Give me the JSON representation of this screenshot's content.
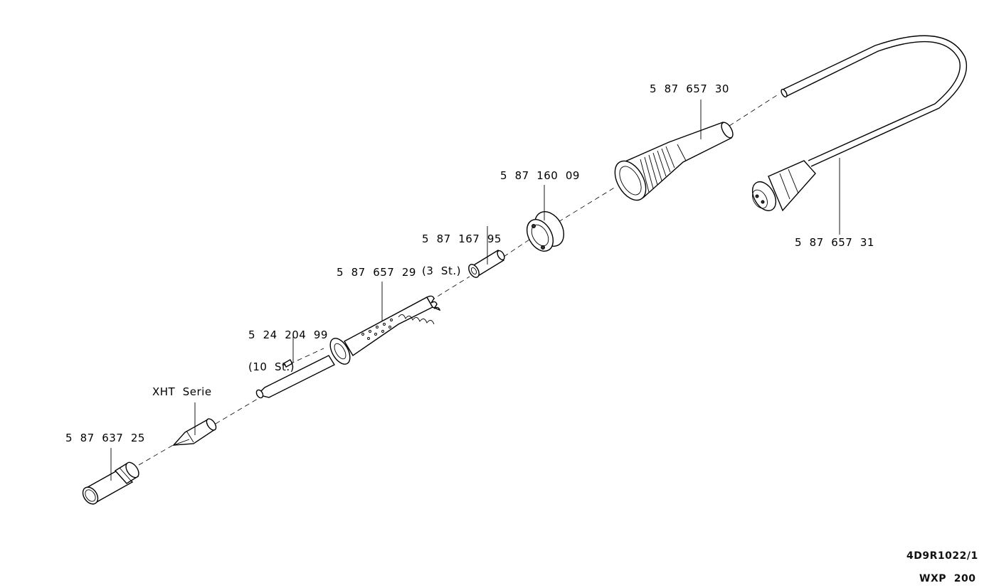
{
  "diagram": {
    "parts": [
      {
        "id": "cable-sleeve",
        "number": "5  87  657  30"
      },
      {
        "id": "cable-plug",
        "number": "5  87  657  31"
      },
      {
        "id": "nut-ring",
        "number": "5  87  160  09"
      },
      {
        "id": "sleeve",
        "number": "5  87  167  95",
        "qty": "(3  St.)"
      },
      {
        "id": "heating-element",
        "number": "5  87  657  29"
      },
      {
        "id": "screw",
        "number": "5  24  204  99",
        "qty": "(10  St.)"
      },
      {
        "id": "tip",
        "number": "XHT  Serie"
      },
      {
        "id": "tip-holder",
        "number": "5  87  637  25"
      }
    ],
    "drawing_number": "4D9R1022/1",
    "model": "WXP  200"
  }
}
